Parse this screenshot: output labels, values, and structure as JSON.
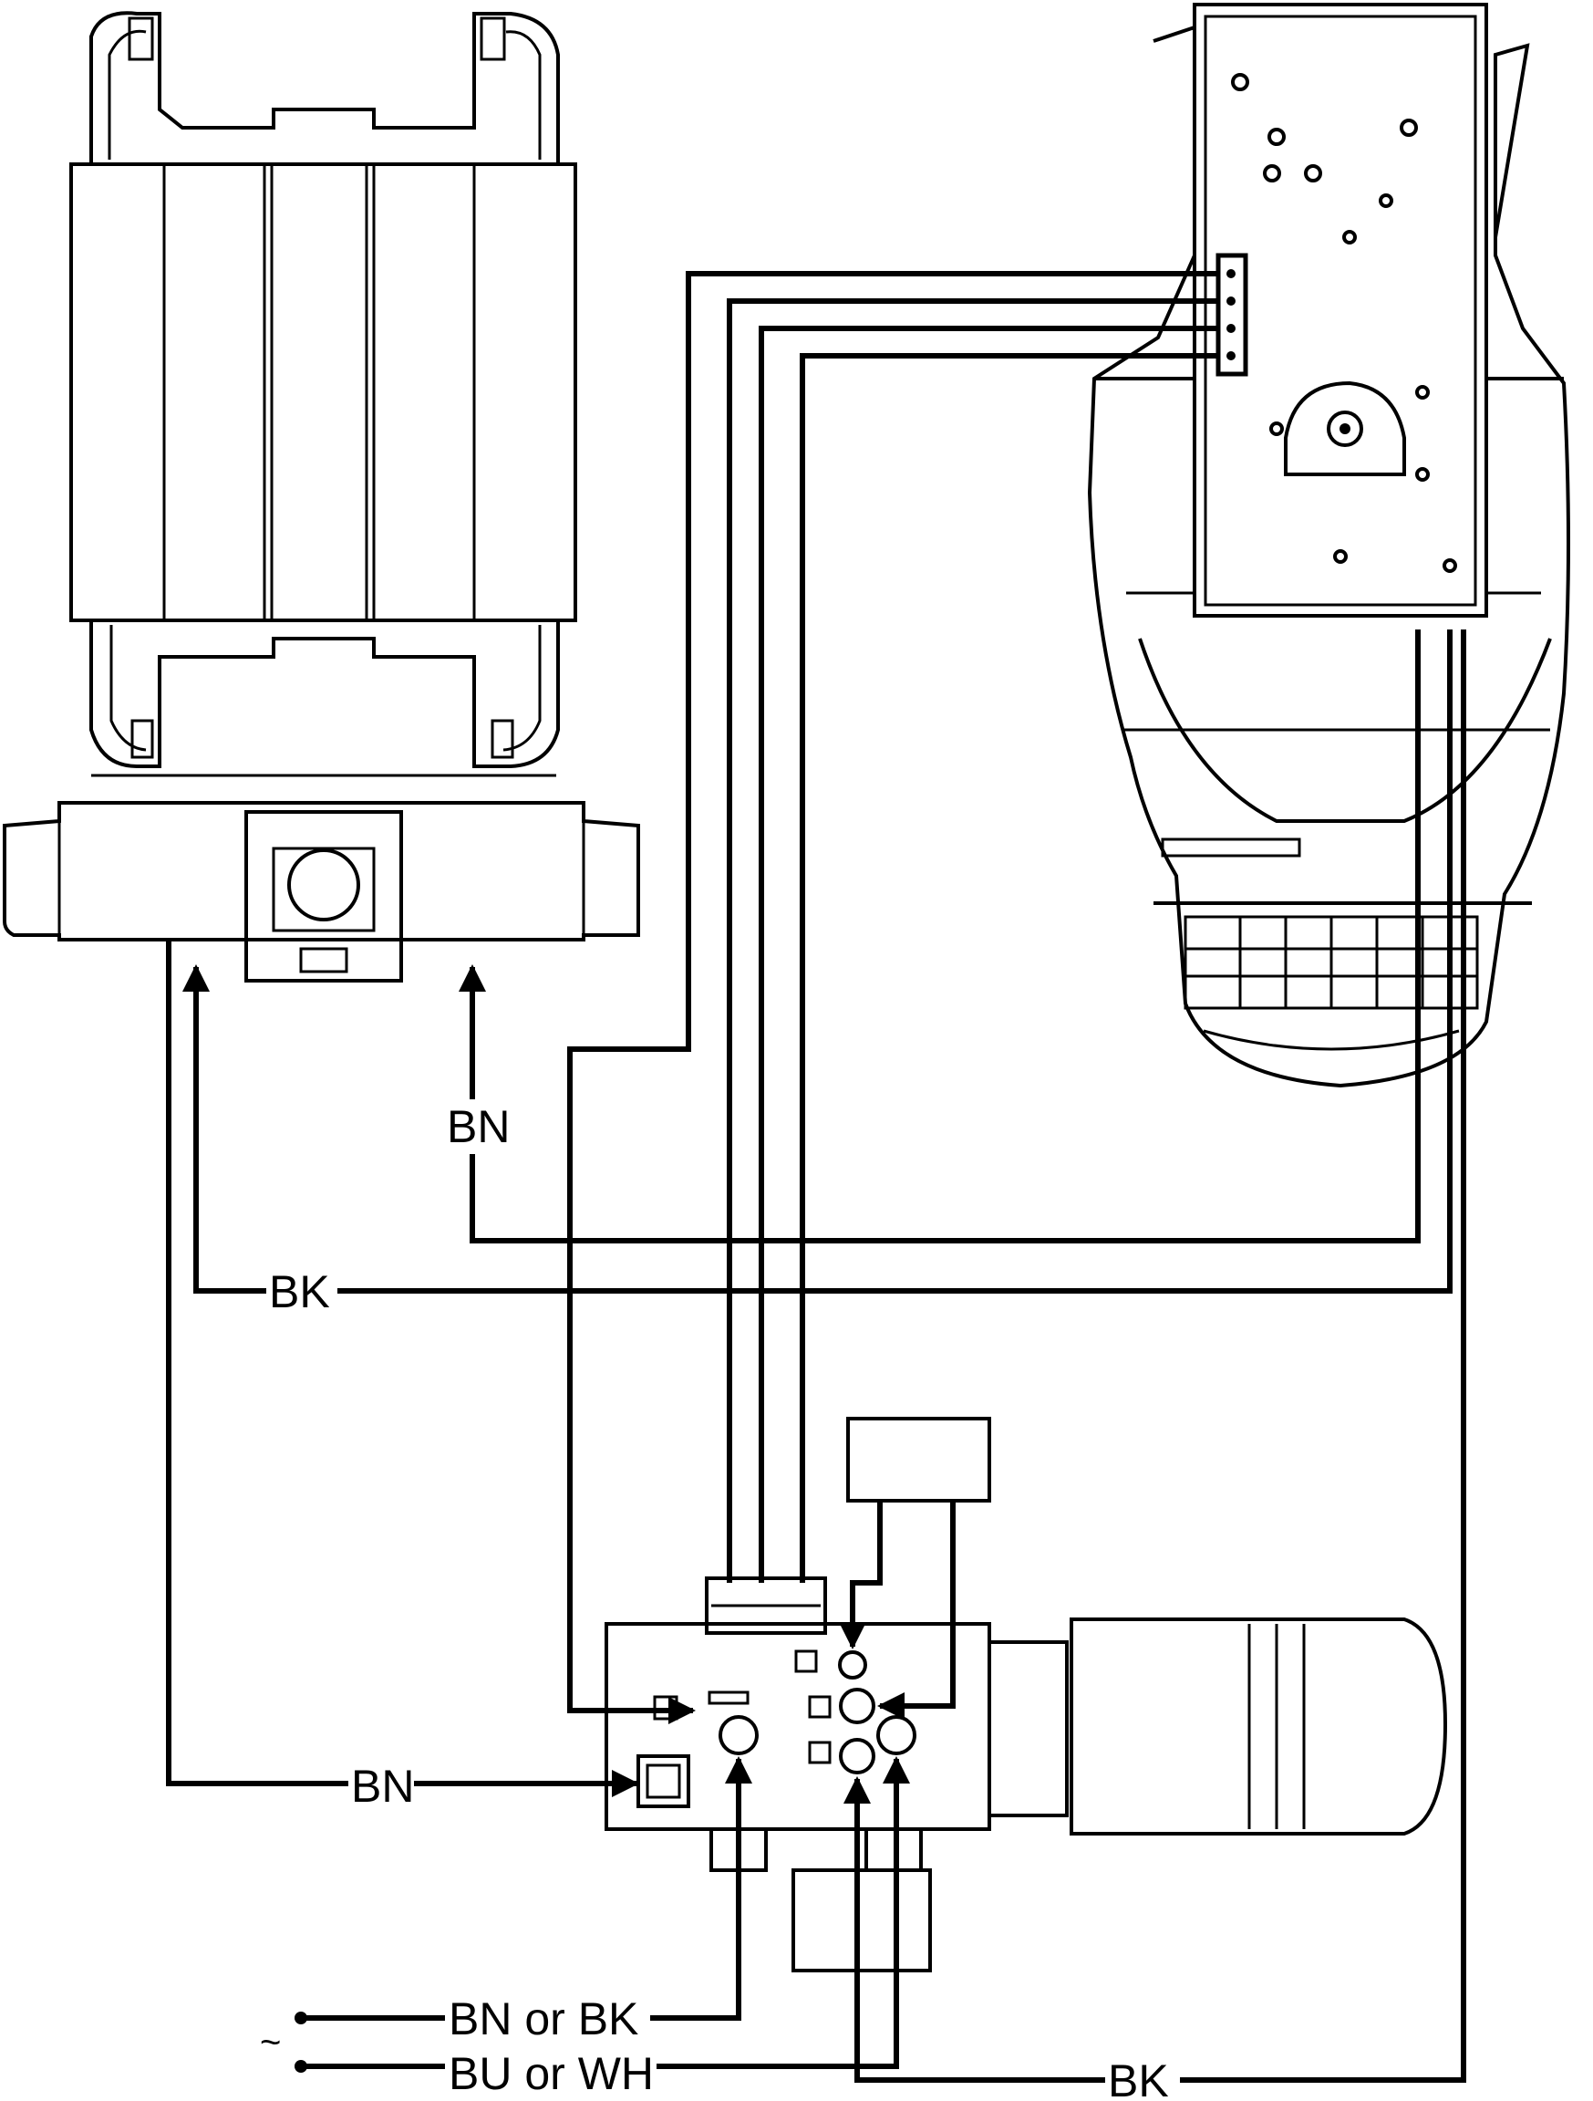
{
  "labels": {
    "wire_bn_top": "BN",
    "wire_bk_mid": "BK",
    "wire_bn_low": "BN",
    "supply_line": "BN or BK",
    "supply_neutral": "BU or WH",
    "wire_bk_bottom": "BK",
    "ac_symbol": "~"
  }
}
